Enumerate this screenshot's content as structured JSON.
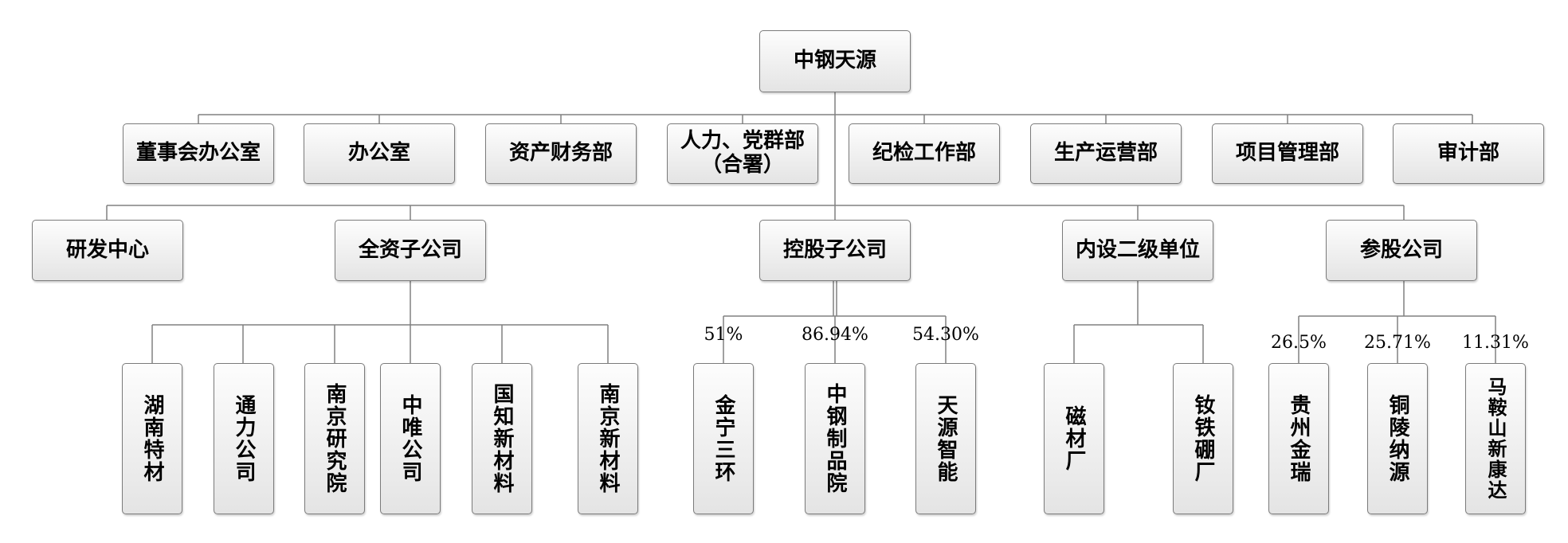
{
  "root": "中钢天源",
  "departments": [
    "董事会办公室",
    "办公室",
    "资产财务部",
    "人力、党群部（合署）",
    "纪检工作部",
    "生产运营部",
    "项目管理部",
    "审计部"
  ],
  "dept_hr_line1": "人力、党群部",
  "dept_hr_line2": "（合署）",
  "groups": [
    "研发中心",
    "全资子公司",
    "控股子公司",
    "内设二级单位",
    "参股公司"
  ],
  "wholly_owned": [
    "湖南特材",
    "通力公司",
    "南京研究院",
    "中唯公司",
    "国知新材料",
    "南京新材料"
  ],
  "holding": [
    {
      "name": "金宁三环",
      "share": "51%"
    },
    {
      "name": "中钢制品院",
      "share": "86.94%"
    },
    {
      "name": "天源智能",
      "share": "54.30%"
    }
  ],
  "internal_units": [
    "磁材厂",
    "钕铁硼厂"
  ],
  "equity": [
    {
      "name": "贵州金瑞",
      "share": "26.5%"
    },
    {
      "name": "铜陵纳源",
      "share": "25.71%"
    },
    {
      "name": "马鞍山新康达",
      "share": "11.31%"
    }
  ]
}
